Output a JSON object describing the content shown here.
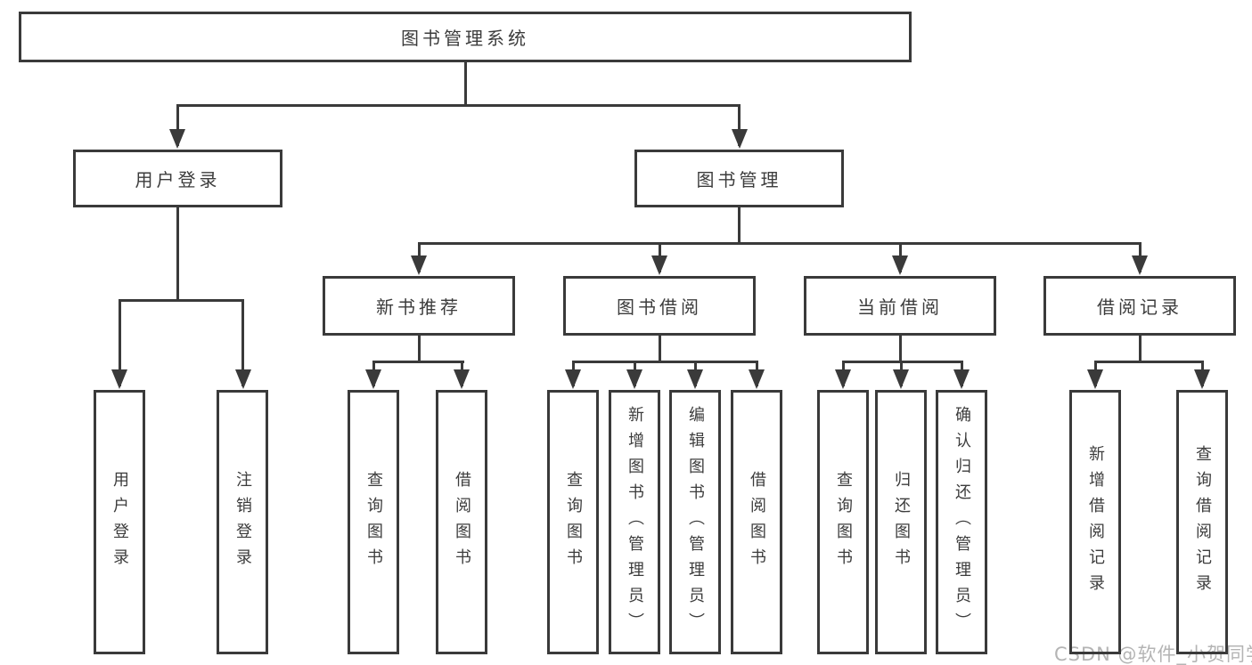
{
  "page": {
    "background": "#ffffff"
  },
  "diagram": {
    "type": "hierarchy-tree",
    "line_color": "#3a3a3a",
    "text_color": "#3c3c3c",
    "tree": {
      "root": {
        "label": "图书管理系统",
        "children": [
          {
            "label": "用户登录",
            "children": [
              {
                "label": "用户登录"
              },
              {
                "label": "注销登录"
              }
            ]
          },
          {
            "label": "图书管理",
            "children": [
              {
                "label": "新书推荐",
                "children": [
                  {
                    "label": "查询图书"
                  },
                  {
                    "label": "借阅图书"
                  }
                ]
              },
              {
                "label": "图书借阅",
                "children": [
                  {
                    "label": "查询图书"
                  },
                  {
                    "label": "新增图书（管理员）"
                  },
                  {
                    "label": "编辑图书（管理员）"
                  },
                  {
                    "label": "借阅图书"
                  }
                ]
              },
              {
                "label": "当前借阅",
                "children": [
                  {
                    "label": "查询图书"
                  },
                  {
                    "label": "归还图书"
                  },
                  {
                    "label": "确认归还（管理员）"
                  }
                ]
              },
              {
                "label": "借阅记录",
                "children": [
                  {
                    "label": "新增借阅记录"
                  },
                  {
                    "label": "查询借阅记录"
                  }
                ]
              }
            ]
          }
        ]
      }
    }
  },
  "watermark": {
    "text": "CSDN @软件_小贺同学",
    "color": "#b4b4b4"
  }
}
